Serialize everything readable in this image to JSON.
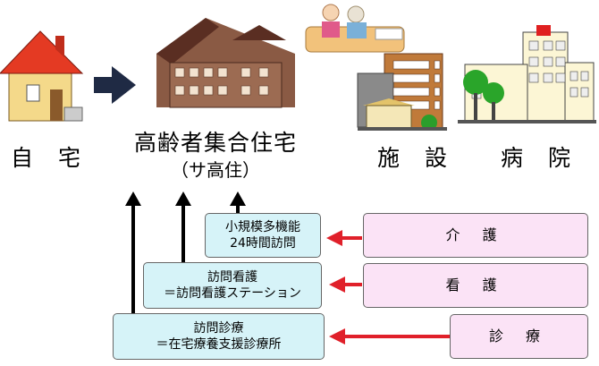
{
  "places": {
    "home": "自 宅",
    "facility": "施 設",
    "hospital": "病 院"
  },
  "housing": {
    "title": "高齢者集合住宅",
    "subtitle": "（サ高住）"
  },
  "services": {
    "small_multi_line1": "小規模多機能",
    "small_multi_line2": "24時間訪問",
    "visiting_nursing_line1": "訪問看護",
    "visiting_nursing_line2": "＝訪問看護ステーション",
    "visiting_medical_line1": "訪問診療",
    "visiting_medical_line2": "＝在宅療養支援診療所"
  },
  "sources": {
    "care": "介 護",
    "nursing": "看 護",
    "medical": "診 療"
  },
  "colors": {
    "service_box": "#d6f3f8",
    "source_box": "#fbe3f6",
    "red_arrow": "#e0202a",
    "black_arrow": "#000000",
    "navy_arrow": "#1f2a44"
  },
  "icons": [
    "house-icon",
    "apartment-building-icon",
    "elderly-couple-icon",
    "facility-building-icon",
    "hospital-icon"
  ]
}
